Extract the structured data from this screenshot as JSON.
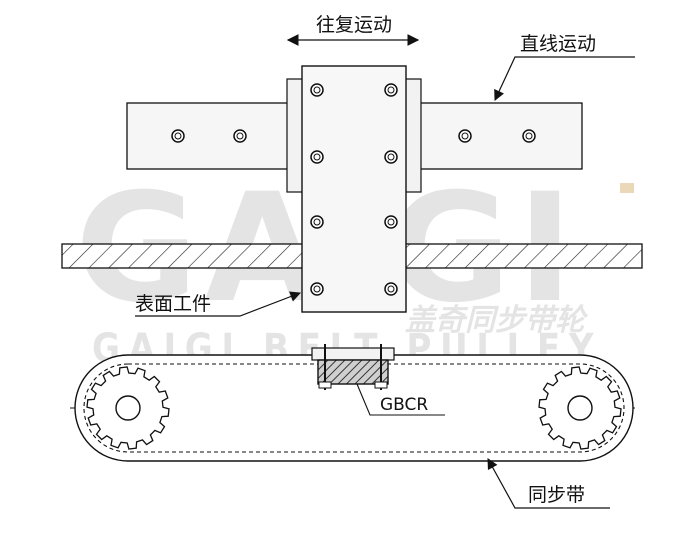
{
  "labels": {
    "reciprocating_motion": "往复运动",
    "linear_motion": "直线运动",
    "surface_workpiece": "表面工件",
    "clamp": "GBCR",
    "synchronous_belt": "同步带"
  },
  "watermark": {
    "logo": "GAIGI",
    "company_cn": "盖奇同步带轮",
    "company_en": "GAIGI BELT PULLEY"
  }
}
